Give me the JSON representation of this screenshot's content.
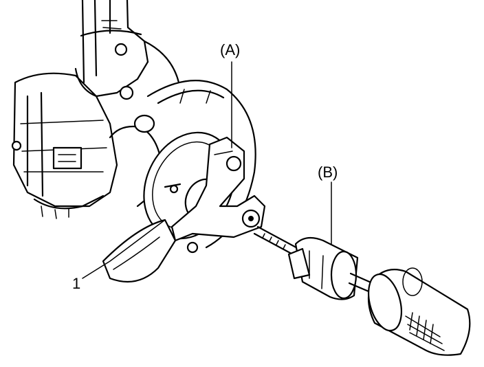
{
  "callouts": {
    "part_a": "(A)",
    "part_b": "(B)",
    "part_1": "1"
  }
}
